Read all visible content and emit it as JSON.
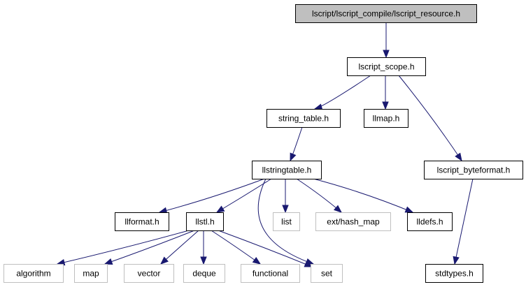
{
  "colors": {
    "edge": "#191970",
    "root_fill": "#bfbfbf",
    "node_border": "#000000",
    "missing_border": "#bfbfbf",
    "background": "#ffffff"
  },
  "nodes": [
    {
      "id": "lscript_resource",
      "label": "lscript/lscript_compile/lscript_resource.h",
      "kind": "root"
    },
    {
      "id": "lscript_scope",
      "label": "lscript_scope.h",
      "kind": "normal"
    },
    {
      "id": "string_table",
      "label": "string_table.h",
      "kind": "normal"
    },
    {
      "id": "llmap",
      "label": "llmap.h",
      "kind": "normal"
    },
    {
      "id": "lscript_byteformat",
      "label": "lscript_byteformat.h",
      "kind": "normal"
    },
    {
      "id": "llstringtable",
      "label": "llstringtable.h",
      "kind": "normal"
    },
    {
      "id": "llformat",
      "label": "llformat.h",
      "kind": "normal"
    },
    {
      "id": "llstl",
      "label": "llstl.h",
      "kind": "normal"
    },
    {
      "id": "list",
      "label": "list",
      "kind": "missing"
    },
    {
      "id": "hash_map",
      "label": "ext/hash_map",
      "kind": "missing"
    },
    {
      "id": "lldefs",
      "label": "lldefs.h",
      "kind": "normal"
    },
    {
      "id": "algorithm",
      "label": "algorithm",
      "kind": "missing"
    },
    {
      "id": "map",
      "label": "map",
      "kind": "missing"
    },
    {
      "id": "vector",
      "label": "vector",
      "kind": "missing"
    },
    {
      "id": "deque",
      "label": "deque",
      "kind": "missing"
    },
    {
      "id": "functional",
      "label": "functional",
      "kind": "missing"
    },
    {
      "id": "set",
      "label": "set",
      "kind": "missing"
    },
    {
      "id": "stdtypes",
      "label": "stdtypes.h",
      "kind": "normal"
    }
  ],
  "edges": [
    {
      "from": "lscript_resource",
      "to": "lscript_scope"
    },
    {
      "from": "lscript_scope",
      "to": "string_table"
    },
    {
      "from": "lscript_scope",
      "to": "llmap"
    },
    {
      "from": "lscript_scope",
      "to": "lscript_byteformat"
    },
    {
      "from": "string_table",
      "to": "llstringtable"
    },
    {
      "from": "lscript_byteformat",
      "to": "stdtypes"
    },
    {
      "from": "llstringtable",
      "to": "llformat"
    },
    {
      "from": "llstringtable",
      "to": "llstl"
    },
    {
      "from": "llstringtable",
      "to": "list"
    },
    {
      "from": "llstringtable",
      "to": "hash_map"
    },
    {
      "from": "llstringtable",
      "to": "lldefs"
    },
    {
      "from": "llstringtable",
      "to": "set"
    },
    {
      "from": "llstl",
      "to": "algorithm"
    },
    {
      "from": "llstl",
      "to": "map"
    },
    {
      "from": "llstl",
      "to": "vector"
    },
    {
      "from": "llstl",
      "to": "deque"
    },
    {
      "from": "llstl",
      "to": "functional"
    },
    {
      "from": "llstl",
      "to": "set"
    },
    {
      "from": "lldefs",
      "to": "stdtypes"
    }
  ]
}
